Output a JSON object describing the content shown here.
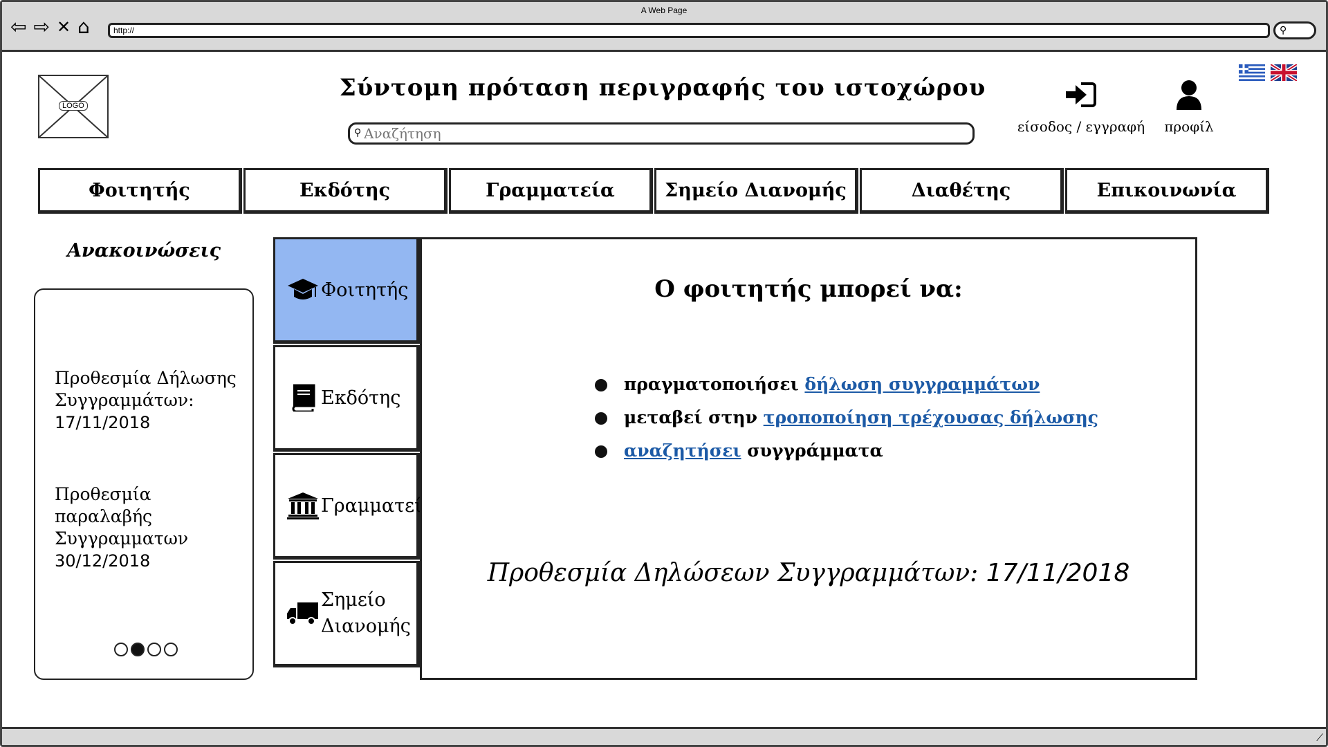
{
  "browser": {
    "window_title": "A Web Page",
    "url": "http://"
  },
  "header": {
    "logo_label": "LOGO",
    "title": "Σύντομη πρόταση περιγραφής του ιστοχώρου",
    "search_placeholder": "Αναζήτηση",
    "login_label": "είσοδος / εγγραφή",
    "profile_label": "προφίλ",
    "languages": [
      "greek-flag-icon",
      "uk-flag-icon"
    ]
  },
  "main_nav": {
    "items": [
      "Φοιτητής",
      "Εκδότης",
      "Γραμματεία",
      "Σημείο Διανομής",
      "Διαθέτης",
      "Επικοινωνία"
    ]
  },
  "announcements": {
    "title": "Ανακοινώσεις",
    "items": [
      {
        "text": "Προθεσμία Δήλωσης Συγγραμμάτων:",
        "date": "17/11/2018"
      },
      {
        "text": "Προθεσμία παραλαβής Συγγραμματων",
        "date": "30/12/2018"
      }
    ],
    "carousel_active_index": 1,
    "carousel_count": 4
  },
  "side_tabs": {
    "items": [
      {
        "label": "Φοιτητής",
        "icon": "graduation-cap-icon",
        "active": true
      },
      {
        "label": "Εκδότης",
        "icon": "book-icon",
        "active": false
      },
      {
        "label": "Γραμματεία",
        "icon": "institution-icon",
        "active": false
      },
      {
        "label": "Σημείο Διανομής",
        "icon": "truck-icon",
        "active": false
      }
    ]
  },
  "content": {
    "title": "Ο φοιτητής μπορεί να:",
    "actions": [
      {
        "prefix": "πραγματοποιήσει",
        "link": "δήλωση συγγραμμάτων",
        "suffix": ""
      },
      {
        "prefix": "μεταβεί στην",
        "link": "τροποποίηση τρέχουσας δήλωσης",
        "suffix": ""
      },
      {
        "prefix": "",
        "link": "αναζητήσει",
        "suffix": "συγγράμματα"
      }
    ],
    "deadline_label": "Προθεσμία Δηλώσεων Συγγραμμάτων:",
    "deadline_date": "17/11/2018"
  },
  "colors": {
    "active_tab": "#93b7f2",
    "link": "#1c5aa6"
  }
}
